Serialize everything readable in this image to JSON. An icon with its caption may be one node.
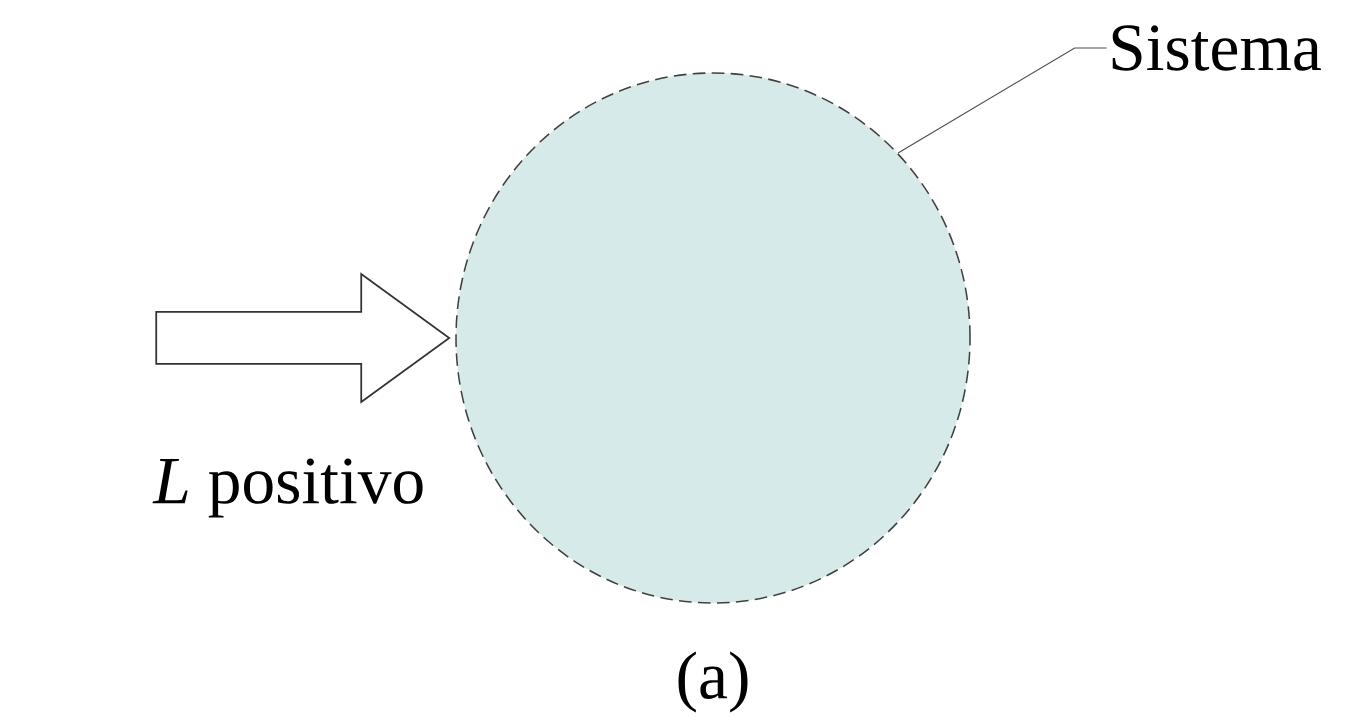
{
  "diagram": {
    "caption": "(a)",
    "nodes": [
      {
        "text": [],
        "shape": "circle"
      },
      {
        "text": [
          "Sistema"
        ]
      }
    ],
    "edges": [
      {
        "from": null,
        "to": 0,
        "arrow": "to",
        "label": "*L* positivo"
      },
      {
        "from": 1,
        "to": 0,
        "arrow": "none"
      }
    ]
  }
}
